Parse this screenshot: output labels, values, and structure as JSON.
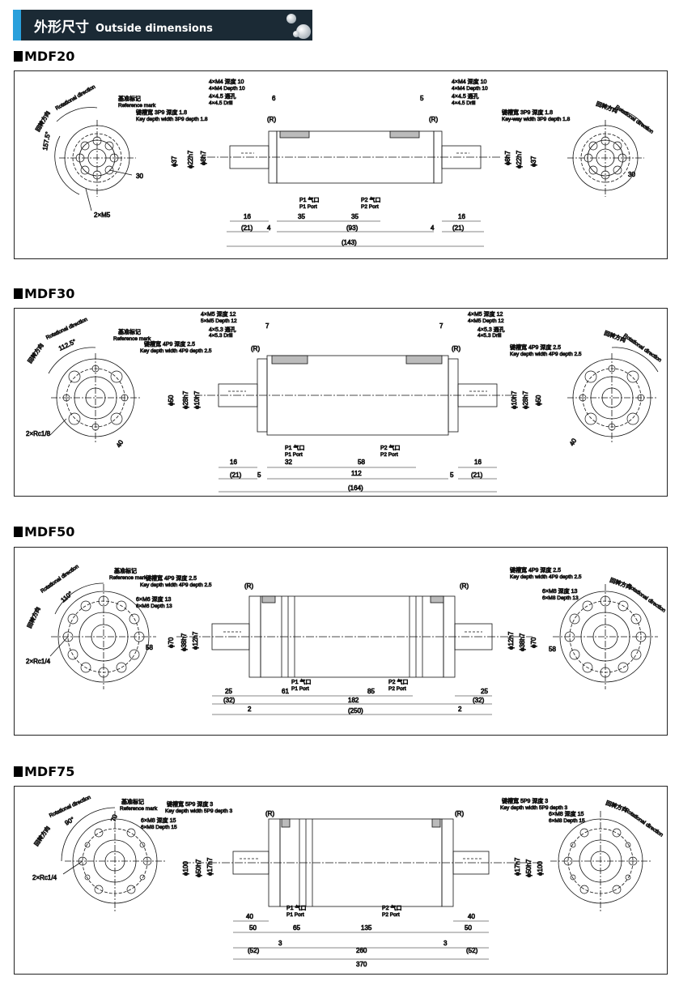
{
  "header": {
    "title_cn": "外形尺寸",
    "title_en": "Outside dimensions"
  },
  "sections": [
    {
      "model": "MDF20",
      "notes": {
        "rot_cn": "回转方向",
        "rot_en": "Rotational direction",
        "ref_cn": "基准标记",
        "ref_en": "Reference mark",
        "key_cn": "键槽宽 3P9 深度 1.8",
        "key_en": "Key depth width 3P9 depth 1.8",
        "tapL_cn": "4×M4 深度 10",
        "tapL_en": "4×M4 Depth 10",
        "drillL_cn": "4×4.5 通孔",
        "drillL_en": "4×4.5 Drill",
        "tapR_cn": "4×M4 深度 10",
        "tapR_en": "4×M4 Depth 10",
        "drillR_cn": "4×4.5 通孔",
        "drillR_en": "4×4.5 Drill",
        "keyR_cn": "键槽宽 3P9 深度 1.8",
        "keyR_en": "Key-way width 3P9 depth 1.8",
        "p1_cn": "P1 气口",
        "p1_en": "P1 Port",
        "p2_cn": "P2 气口",
        "p2_en": "P2 Port",
        "holes": "2×M5",
        "angle": "157.5°",
        "mark": "(R)",
        "bolt_angle": "30"
      },
      "dims": {
        "d1": "ϕ37",
        "d2": "ϕ22h7",
        "d3": "ϕ8h7",
        "d4": "ϕ8h7",
        "d5": "ϕ22h7",
        "d6": "ϕ37",
        "top_l": "6",
        "top_r": "5",
        "l16a": "16",
        "l35a": "35",
        "l35b": "35",
        "l16b": "16",
        "l21a": "(21)",
        "l4a": "4",
        "l93": "(93)",
        "l4b": "4",
        "l21b": "(21)",
        "l143": "(143)"
      }
    },
    {
      "model": "MDF30",
      "notes": {
        "rot_cn": "回转方向",
        "rot_en": "Rotational direction",
        "ref_cn": "基准标记",
        "ref_en": "Reference mark",
        "key_cn": "键槽宽 4P9 深度 2.5",
        "key_en": "Key depth width 4P9 depth 2.5",
        "tapL_cn": "4×M5 深度 12",
        "tapL_en": "5×M5 Depth 12",
        "drillL_cn": "4×5.3 通孔",
        "drillL_en": "4×5.3 Drill",
        "tapR_cn": "4×M5 深度 12",
        "tapR_en": "4×M5 Depth 12",
        "drillR_cn": "4×5.3 通孔",
        "drillR_en": "4×5.3 Drill",
        "keyR_cn": "键槽宽 4P9 深度 2.5",
        "keyR_en": "Key depth width 4P9 depth 2.5",
        "p1_cn": "P1 气口",
        "p1_en": "P1 Port",
        "p2_cn": "P2 气口",
        "p2_en": "P2 Port",
        "holes": "2×Rc1/8",
        "angle": "112.5°",
        "mark": "(R)",
        "bolt_angle": "40"
      },
      "dims": {
        "d1": "ϕ50",
        "d2": "ϕ28h7",
        "d3": "ϕ10h7",
        "d4": "ϕ10h7",
        "d5": "ϕ28h7",
        "d6": "ϕ50",
        "top_l": "7",
        "top_r": "7",
        "l16a": "16",
        "l32": "32",
        "l58": "58",
        "l16b": "16",
        "l21a": "(21)",
        "l5a": "5",
        "l112": "112",
        "l5b": "5",
        "l21b": "(21)",
        "l164": "(164)"
      }
    },
    {
      "model": "MDF50",
      "notes": {
        "rot_cn": "回转方向",
        "rot_en": "Rotational direction",
        "ref_cn": "基准标记",
        "ref_en": "Reference mark",
        "key_cn": "键槽宽 4P9 深度 2.5",
        "key_en": "Key depth width 4P9 depth 2.5",
        "tap_cn": "6×M6 深度 13",
        "tap_en": "6×M6 Depth 13",
        "keyR_cn": "键槽宽 4P9 深度 2.5",
        "keyR_en": "Key depth width 4P9 depth 2.5",
        "tapR_cn": "6×M8 深度 13",
        "tapR_en": "6×M8 Depth 13",
        "p1_cn": "P1 气口",
        "p1_en": "P1 Port",
        "p2_cn": "P2 气口",
        "p2_en": "P2 Port",
        "holes": "2×Rc1/4",
        "angle": "110°",
        "mark": "(R)",
        "bolt_angle": "58"
      },
      "dims": {
        "d1": "ϕ70",
        "d2": "ϕ38h7",
        "d3": "ϕ12h7",
        "d4": "ϕ12h7",
        "d5": "ϕ38h7",
        "d6": "ϕ70",
        "l25a": "25",
        "l61": "61",
        "l85": "85",
        "l25b": "25",
        "l32a": "(32)",
        "l182": "182",
        "l32b": "(32)",
        "l2a": "2",
        "l250": "(250)",
        "l2b": "2"
      }
    },
    {
      "model": "MDF75",
      "notes": {
        "rot_cn": "回转方向",
        "rot_en": "Rotational direction",
        "ref_cn": "基准标记",
        "ref_en": "Reference mark",
        "key_cn": "键槽宽 5P9 深度 3",
        "key_en": "Key depth width 5P9 depth 3",
        "tap_cn": "6×M8 深度 15",
        "tap_en": "6×M8 Depth 15",
        "keyR_cn": "键槽宽 5P9 深度 3",
        "keyR_en": "Key depth width 5P9 depth 3",
        "tapR_cn": "6×M8 深度 15",
        "tapR_en": "6×M8 Depth 15",
        "p1_cn": "P1 气口",
        "p1_en": "P1 Port",
        "p2_cn": "P2 气口",
        "p2_en": "P2 Port",
        "holes": "2×Rc1/4",
        "angle": "90°",
        "mark": "(R)",
        "bolt_angle": "70"
      },
      "dims": {
        "d1": "ϕ100",
        "d2": "ϕ50h7",
        "d3": "ϕ17h7",
        "d4": "ϕ17h7",
        "d5": "ϕ50h7",
        "d6": "ϕ100",
        "l40a": "40",
        "l40b": "40",
        "l50a": "50",
        "l65": "65",
        "l135": "135",
        "l50b": "50",
        "l52a": "(52)",
        "l3a": "3",
        "l260": "260",
        "l3b": "3",
        "l52b": "(52)",
        "l370": "370"
      }
    }
  ]
}
